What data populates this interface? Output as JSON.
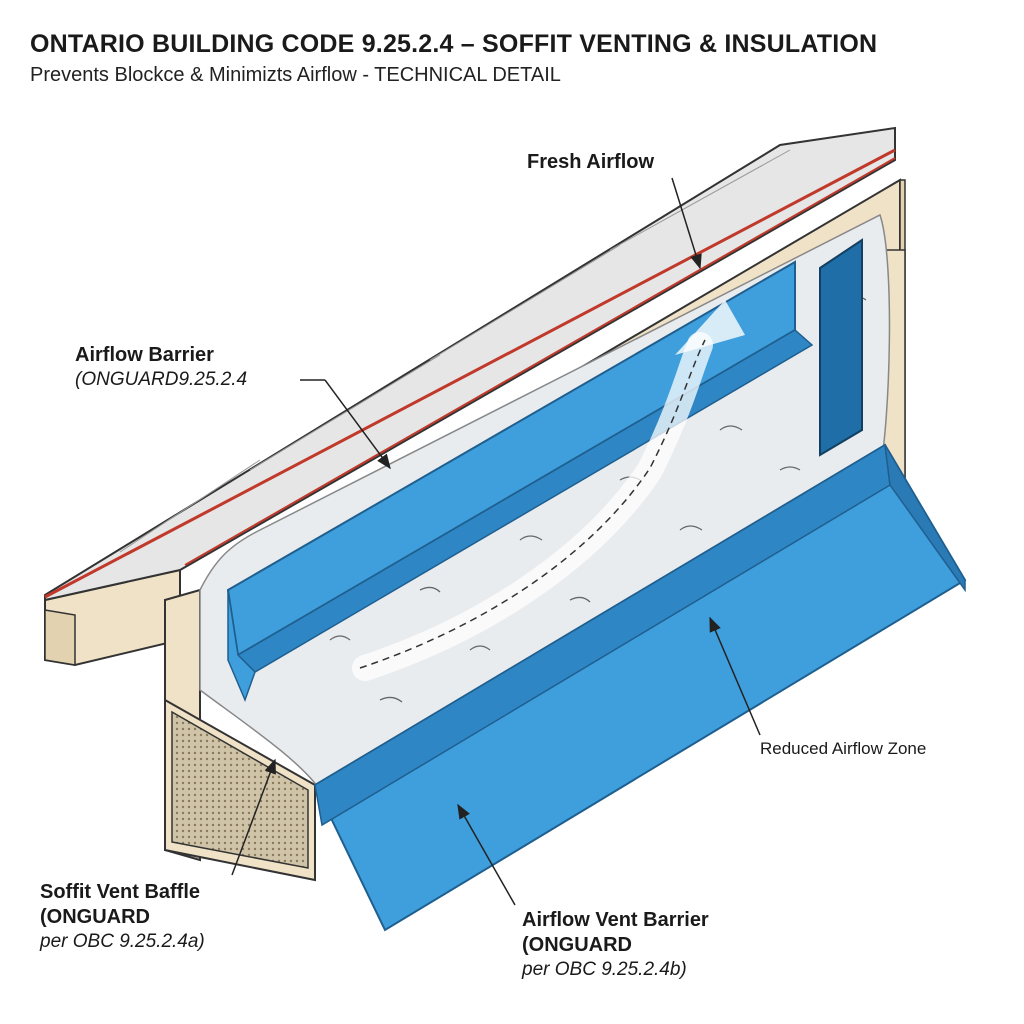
{
  "header": {
    "title": "ONTARIO BUILDING CODE 9.25.2.4 – SOFFIT VENTING & INSULATION",
    "subtitle": "Prevents Blockce & Minimizts Airflow - TECHNICAL DETAIL"
  },
  "labels": {
    "fresh_airflow": "Fresh Airflow",
    "airflow_barrier": {
      "name": "Airflow Barrier",
      "ref": "(ONGUARD9.25.2.4"
    },
    "reduced_zone": "Reduced Airflow Zone",
    "soffit_baffle": {
      "name": "Soffit Vent Baffle",
      "brand": "(ONGUARD",
      "ref": "per OBC 9.25.2.4a)"
    },
    "vent_barrier": {
      "name": "Airflow Vent Barrier",
      "brand": "(ONGUARD",
      "ref": "per OBC 9.25.2.4b)"
    }
  },
  "colors": {
    "roof": "#e6e6e6",
    "roof_edge": "#c0392b",
    "wood": "#efe2c6",
    "insulation": "#e9ecef",
    "baffle_blue": "#3f9fdc",
    "baffle_dark": "#1f6ea8",
    "outline": "#333333"
  }
}
